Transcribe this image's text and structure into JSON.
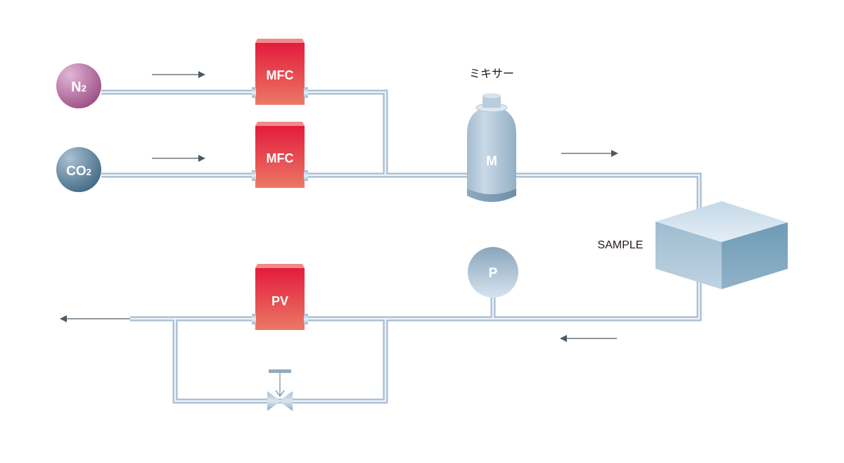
{
  "diagram": {
    "title": "Gas flow system",
    "sources": [
      {
        "id": "n2",
        "label_main": "N",
        "label_sub": "2",
        "color": "#a55a8f"
      },
      {
        "id": "co2",
        "label_main": "CO",
        "label_sub": "2",
        "color": "#4f7590"
      }
    ],
    "controllers": [
      {
        "id": "mfc1",
        "label": "MFC"
      },
      {
        "id": "mfc2",
        "label": "MFC"
      },
      {
        "id": "pv",
        "label": "PV"
      }
    ],
    "mixer": {
      "label": "M",
      "caption": "ミキサー"
    },
    "sample": {
      "label": "SAMPLE"
    },
    "pressure_gauge": {
      "label": "P"
    },
    "valve": {
      "type": "manual-needle-valve"
    },
    "flow_arrows": [
      {
        "id": "arrow-n2",
        "direction": "right"
      },
      {
        "id": "arrow-co2",
        "direction": "right"
      },
      {
        "id": "arrow-mixer-out",
        "direction": "right"
      },
      {
        "id": "arrow-return",
        "direction": "left"
      },
      {
        "id": "arrow-exhaust",
        "direction": "left"
      }
    ],
    "colors": {
      "controller_top": "#e31c3c",
      "controller_bottom": "#ec7866",
      "pipe_outer": "#a7bdd2",
      "pipe_inner": "#eef3f8",
      "arrow": "#4d5a63"
    }
  }
}
